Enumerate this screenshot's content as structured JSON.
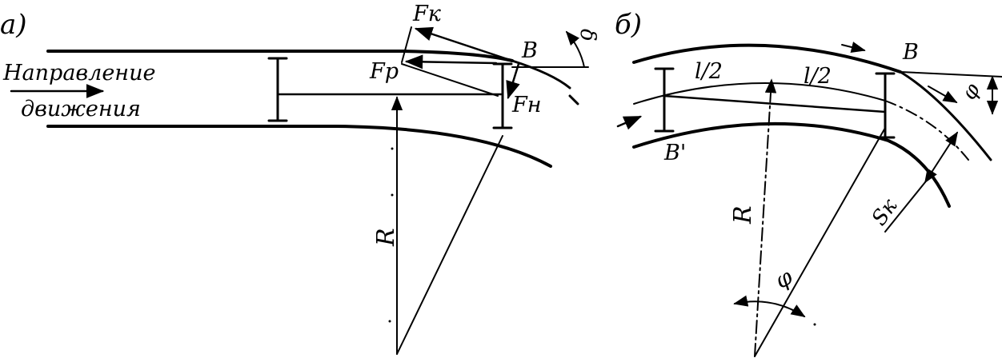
{
  "panel_a": {
    "label": "а)",
    "direction_line1": "Направление",
    "direction_line2": "движения",
    "force_k": "Fк",
    "force_r": "Fр",
    "force_n": "Fн",
    "point_b": "В",
    "angle_delta": "δ",
    "radius": "R"
  },
  "panel_b": {
    "label": "б)",
    "half_length_left": "l/2",
    "half_length_right": "l/2",
    "point_b": "В",
    "point_b_prime": "В'",
    "angle_phi_top": "φ",
    "angle_phi_bottom": "φ",
    "radius": "R",
    "width_s": "Sк"
  },
  "colors": {
    "ink": "#000000",
    "background": "#ffffff"
  }
}
